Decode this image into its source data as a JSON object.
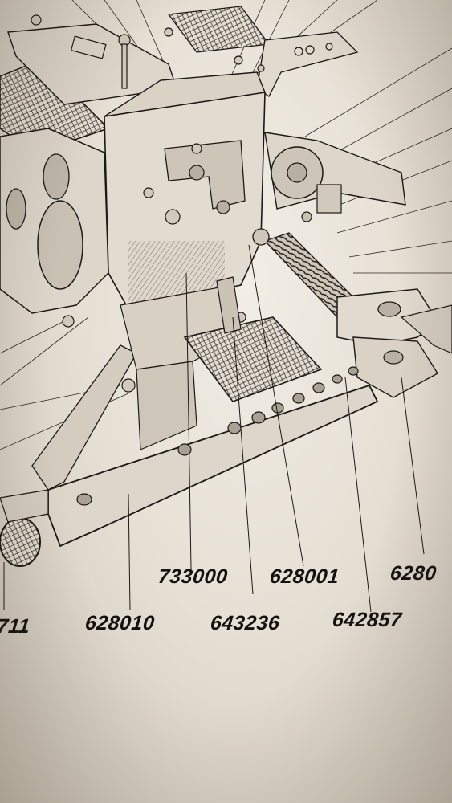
{
  "diagram": {
    "colors": {
      "paper": "#ece7dd",
      "ink": "#1b1916",
      "shade": "#b9b2a6"
    },
    "part_labels": [
      {
        "id": "lbl-711",
        "text": "711"
      },
      {
        "id": "lbl-628010",
        "text": "628010"
      },
      {
        "id": "lbl-733000",
        "text": "733000"
      },
      {
        "id": "lbl-643236",
        "text": "643236"
      },
      {
        "id": "lbl-628001",
        "text": "628001"
      },
      {
        "id": "lbl-642857",
        "text": "642857"
      },
      {
        "id": "lbl-6280",
        "text": "6280"
      }
    ]
  }
}
